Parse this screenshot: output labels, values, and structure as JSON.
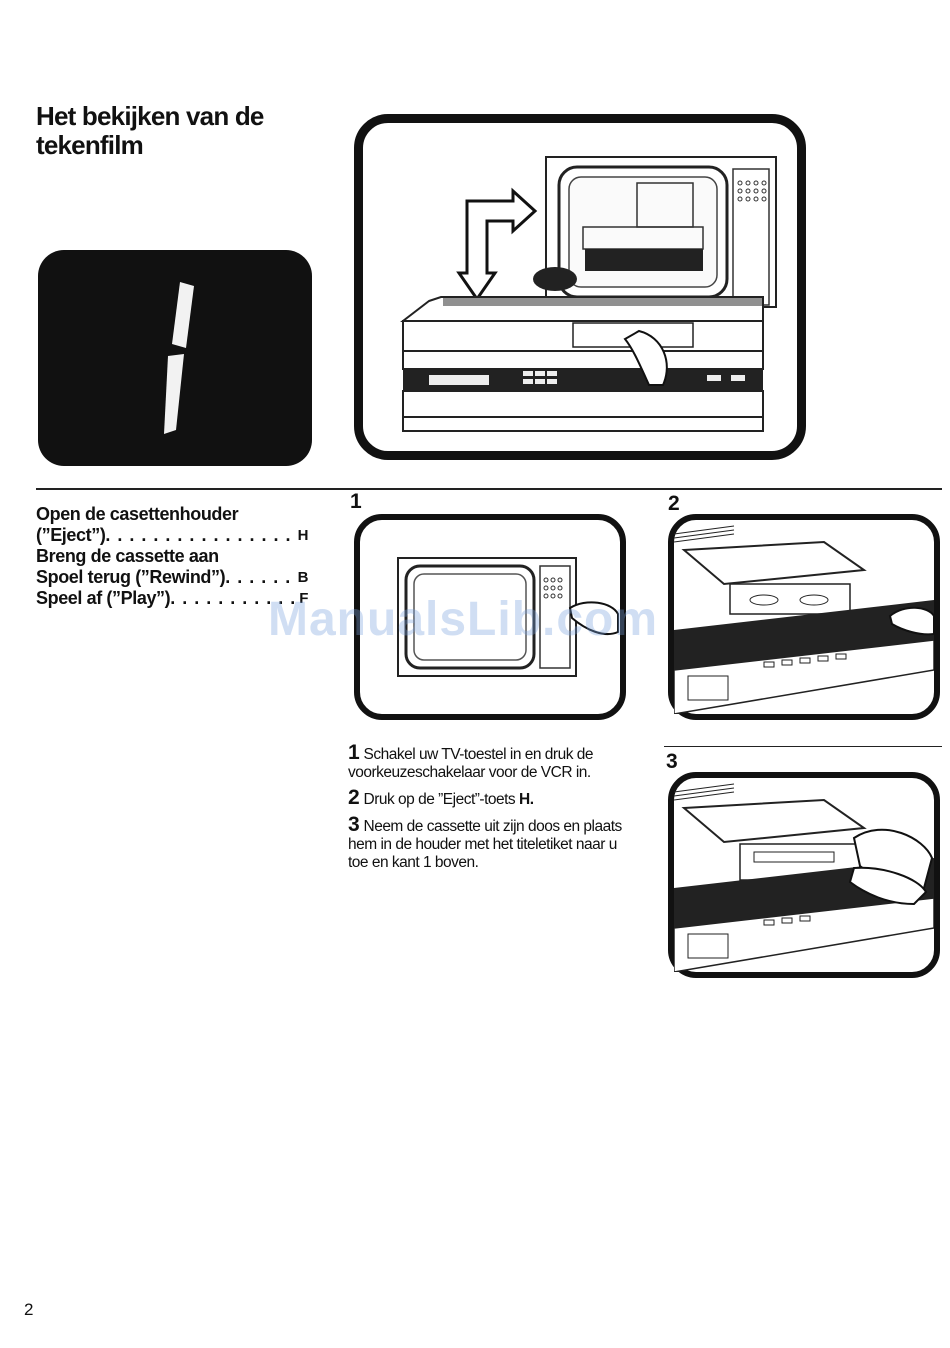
{
  "page": {
    "title_line1": "Het bekijken van de",
    "title_line2": "tekenfilm",
    "page_number": "2",
    "watermark": "ManualsLib.com"
  },
  "counter_display": {
    "digit": "1"
  },
  "steps": [
    {
      "label": "Open de casettenhouder",
      "key": ""
    },
    {
      "label": "(”Eject”)",
      "key": "H"
    },
    {
      "label": "Breng de cassette aan",
      "key": ""
    },
    {
      "label": "Spoel terug (”Rewind”)",
      "key": "B"
    },
    {
      "label": "Speel af (”Play”)",
      "key": "F"
    }
  ],
  "figures": {
    "fig1_number": "1",
    "fig2_number": "2",
    "fig3_number": "3"
  },
  "instructions": [
    {
      "number": "1",
      "text": "Schakel uw TV-toestel in en druk de voorkeuzeschakelaar voor de VCR in."
    },
    {
      "number": "2",
      "text": "Druk op de ”Eject”-toets",
      "bold_suffix": "H."
    },
    {
      "number": "3",
      "text": "Neem de cassette uit zijn doos en plaats hem in de houder met het titeletiket naar u toe en kant 1 boven."
    }
  ]
}
